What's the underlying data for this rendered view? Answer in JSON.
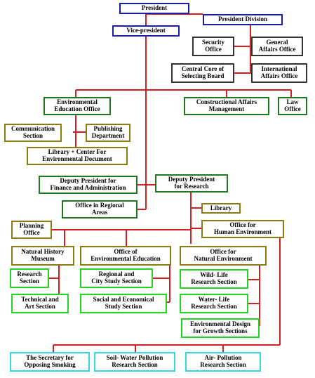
{
  "nodes": {
    "president": "President",
    "president_division": "President Division",
    "vice_president": "Vice-president",
    "security_office": "Security\nOffice",
    "general_affairs_office": "General\nAffairs Office",
    "central_core_selecting_board": "Central Core of\nSelecting Board",
    "international_affairs_office": "International\nAffairs Office",
    "environmental_education_office": "Environmental\nEducation Office",
    "constructional_affairs_management": "Constructional Affairs\nManagement",
    "law_office": "Law\nOffice",
    "communication_section": "Communication\nSection",
    "publishing_department": "Publishing\nDepartment",
    "library_center_environmental_document": "Library + Center For\nEnvironmental Document",
    "deputy_president_finance_administration": "Deputy President for\nFinance and Administration",
    "deputy_president_research": "Deputy President\nfor Research",
    "office_regional_areas": "Office in Regional\nAreas",
    "library": "Library",
    "planning_office": "Planning\nOffice",
    "office_human_environment": "Office for\nHuman Environment",
    "natural_history_museum": "Natural History\nMuseum",
    "office_environmental_education": "Office of\nEnvironmental Education",
    "office_natural_environment": "Office for\nNatural Environment",
    "research_section": "Research\nSection",
    "regional_city_study_section": "Regional and\nCity Study Section",
    "wildlife_research_section": "Wild- Life\nResearch Section",
    "technical_art_section": "Technical and\nArt Section",
    "social_economical_study_section": "Social and Economical\nStudy Section",
    "water_life_research_section": "Water- Life\nResearch Section",
    "environmental_design_growth_sections": "Environmental Design\nfor Growth Sections",
    "secretary_opposing_smoking": "The Secretary for\nOpposing Smoking",
    "soil_water_pollution_research_section": "Soil- Water Pollution\nResearch Section",
    "air_pollution_research_section": "Air- Pollution\nResearch Section"
  },
  "colors": {
    "connector_red": "#d42020",
    "border_blue": "#1c1ca8",
    "border_dark_green": "#1f7a1f",
    "border_bright_green": "#22d422",
    "border_dark": "#333333",
    "border_olive": "#8c7a12",
    "border_cyan": "#33d6e6"
  }
}
